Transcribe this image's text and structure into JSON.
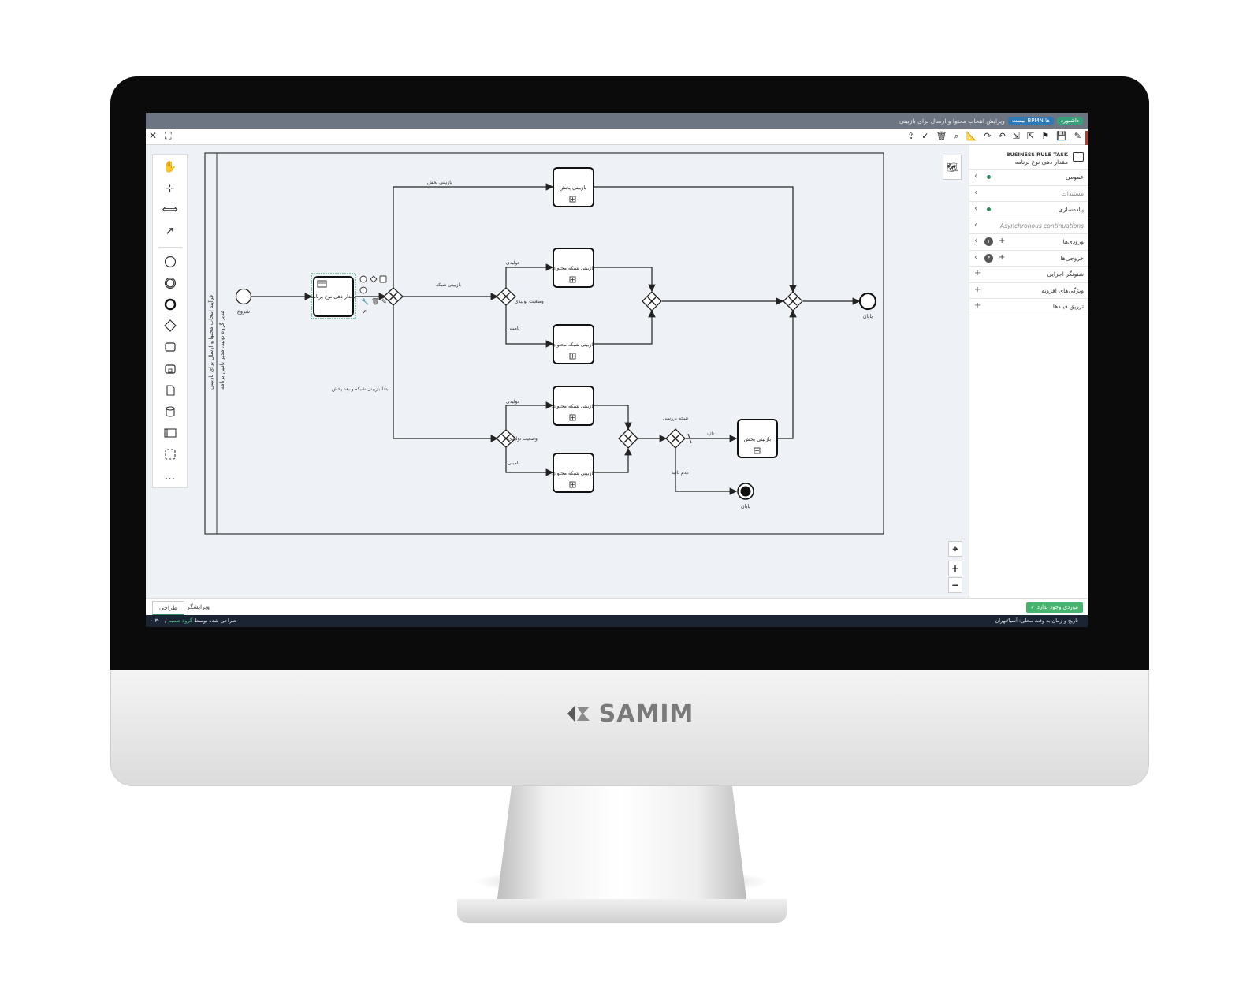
{
  "brand": {
    "name": "SAMIM"
  },
  "breadcrumb": {
    "home": "داشبورد",
    "list": "لیست BPMN ها",
    "current": "ویرایش انتخاب محتوا و ارسال برای بازبینی"
  },
  "toolbar": {
    "left_icons": [
      "close-icon",
      "fullscreen-icon"
    ],
    "right_icons": [
      "pencil-icon",
      "save-icon",
      "deploy-icon",
      "export-icon",
      "import-icon",
      "undo-icon",
      "redo-icon",
      "ruler-icon",
      "search-icon",
      "delete-icon",
      "check-icon",
      "upload-icon"
    ]
  },
  "palette": {
    "tools": [
      "hand-tool-icon",
      "lasso-tool-icon",
      "space-tool-icon",
      "connect-tool-icon"
    ],
    "shapes": [
      "start-event-icon",
      "intermediate-event-icon",
      "end-event-icon",
      "gateway-icon",
      "task-icon",
      "subprocess-icon",
      "data-object-icon",
      "data-store-icon",
      "pool-icon",
      "group-icon",
      "more-icon"
    ],
    "more_label": "..."
  },
  "diagram": {
    "pool_label": "فرآیند انتخاب محتوا و ارسال برای بازبینی",
    "lane_label": "مدیر گروه تولید، مدیر تامین برنامه",
    "start_label": "شروع",
    "business_rule_task": "مقدار دهی نوع برنامه",
    "task_review_broadcast": "بازبینی پخش",
    "task_review_network": "بازبینی شبکه محتوای",
    "flow_review_broadcast": "بازبینی پخش",
    "flow_review_network": "بازبینی شبکه",
    "flow_first_network_then_broadcast": "ابتدا بازبینی شبکه و بعد پخش",
    "flow_production": "تولیدی",
    "flow_production_status": "وضعیت تولیدی",
    "flow_supply": "تامینی",
    "flow_review_result": "نتیجه بررسی",
    "flow_approve": "تائید",
    "flow_reject": "عدم تائید",
    "end_label": "پایان"
  },
  "properties_panel": {
    "element_type": "BUSINESS RULE TASK",
    "element_name": "مقدار دهی نوع برنامه",
    "sections": [
      {
        "label": "عمومی",
        "has_dot": true
      },
      {
        "label": "مستندات",
        "muted": true
      },
      {
        "label": "پیاده‌سازی",
        "has_dot": true
      },
      {
        "label": "Asynchronous continuations",
        "italic": true
      },
      {
        "label": "ورودی‌ها",
        "badge": "۱",
        "add": true
      },
      {
        "label": "خروجی‌ها",
        "badge": "۳",
        "add": true
      },
      {
        "label": "شنونگر اجرایی",
        "plus_only": true
      },
      {
        "label": "ویژگی‌های افزونه",
        "plus_only": true
      },
      {
        "label": "تزریق فیلدها",
        "plus_only": true
      }
    ]
  },
  "zoom_controls": [
    "reset-view-icon",
    "zoom-in-icon",
    "zoom-out-icon"
  ],
  "bottom_tabs": {
    "design": "طراحی",
    "editor": "ویرایشگر"
  },
  "validation": {
    "label": "موردی وجود ندارد"
  },
  "status_bar": {
    "designed_by": "طراحی شده توسط",
    "team": "گروه صمیم",
    "version": "/ ۰.۳۰۰",
    "time_note": "تاریخ و زمان به وقت محلی: آسیا/تهران"
  },
  "colors": {
    "canvas": "#eef2f6",
    "topbar": "#6d7482",
    "accent_green": "#46b36f",
    "statusbar": "#1a2433",
    "selection": "#2f8a5f"
  }
}
